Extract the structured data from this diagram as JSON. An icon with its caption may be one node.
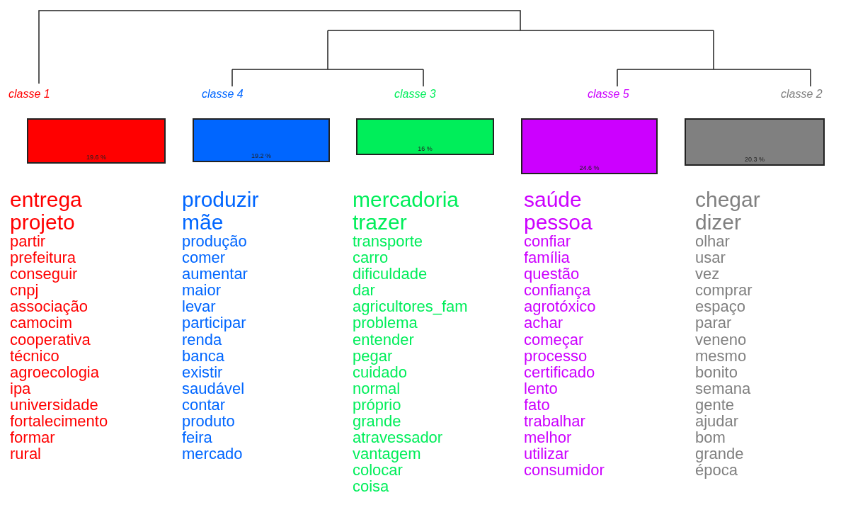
{
  "diagram": {
    "nodes": [
      {
        "text": [
          "19.6 %"
        ],
        "beside": [
          "classe  1",
          "entrega",
          "projeto",
          "partir",
          "prefeitura",
          "conseguir",
          "cnpj",
          "associação",
          "camocim",
          "cooperativa",
          "técnico",
          "agroecologia",
          "ipa",
          "universidade",
          "fortalecimento",
          "formar",
          "rural"
        ]
      },
      {
        "text": [
          "19.2 %"
        ],
        "beside": [
          "classe  4",
          "produzir",
          "mãe",
          "produção",
          "comer",
          "aumentar",
          "maior",
          "levar",
          "participar",
          "renda",
          "banca",
          "existir",
          "saudável",
          "contar",
          "produto",
          "feira",
          "mercado"
        ]
      },
      {
        "text": [
          "16 %"
        ],
        "beside": [
          "classe  3",
          "mercadoria",
          "trazer",
          "transporte",
          "carro",
          "dificuldade",
          "dar",
          "agricultores_fam",
          "problema",
          "entender",
          "pegar",
          "cuidado",
          "normal",
          "próprio",
          "grande",
          "atravessador",
          "vantagem",
          "colocar",
          "coisa"
        ]
      },
      {
        "text": [
          "24.6 %"
        ],
        "beside": [
          "classe  5",
          "saúde",
          "pessoa",
          "confiar",
          "família",
          "questão",
          "confiança",
          "agrotóxico",
          "achar",
          "começar",
          "processo",
          "certificado",
          "lento",
          "fato",
          "trabalhar",
          "melhor",
          "utilizar",
          "consumidor"
        ]
      },
      {
        "text": [
          "20.3 %"
        ],
        "beside": [
          "classe  2",
          "chegar",
          "dizer",
          "olhar",
          "usar",
          "vez",
          "comprar",
          "espaço",
          "parar",
          "veneno",
          "mesmo",
          "bonito",
          "semana",
          "gente",
          "ajudar",
          "bom",
          "grande",
          "época"
        ]
      }
    ]
  }
}
